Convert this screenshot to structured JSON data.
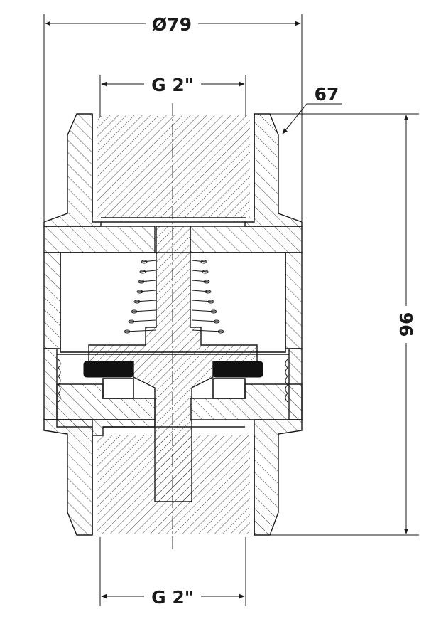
{
  "dimensions": {
    "outer_diameter": "Ø79",
    "top_thread": "G 2\"",
    "bottom_thread": "G 2\"",
    "hex_size": "67",
    "height": "96"
  },
  "colors": {
    "ink": "#1a1a1a",
    "seal": "#111111",
    "background": "#ffffff"
  }
}
